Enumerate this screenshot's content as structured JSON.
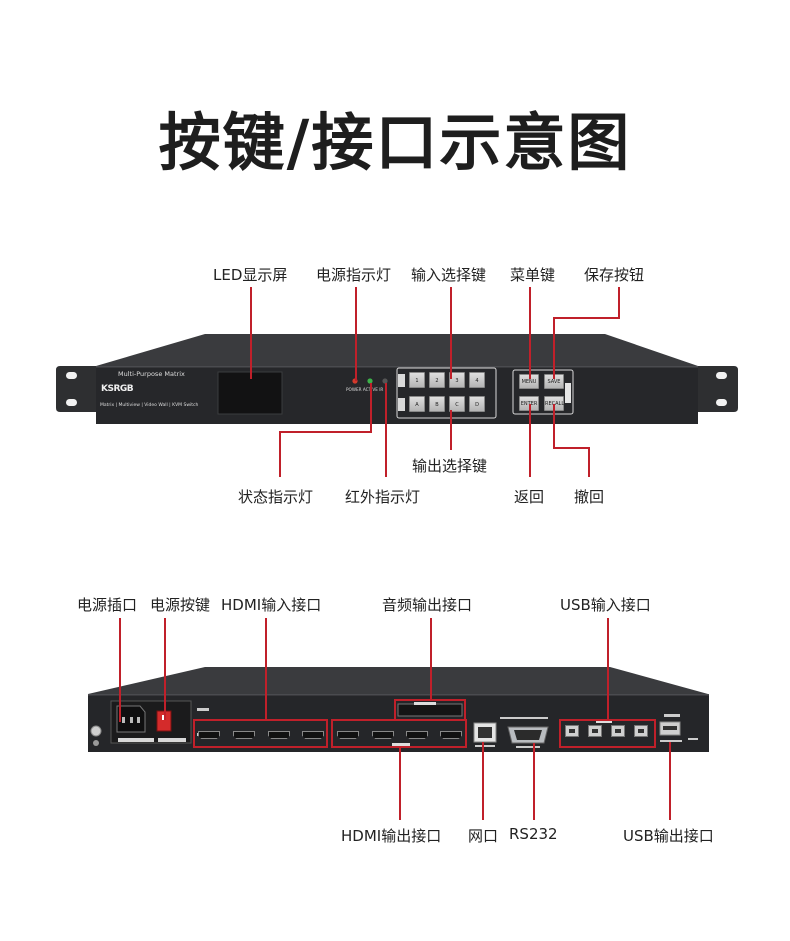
{
  "title": "按键/接口示意图",
  "front": {
    "brand_logo": "KSRGB",
    "model_text": "Multi-Purpose Matrix",
    "feature_text": "Matrix | Multiview | Video Wall | KVM Switch",
    "indicator_text": "POWER ACTIVE IR",
    "input_keys": [
      "1",
      "2",
      "3",
      "4"
    ],
    "output_keys": [
      "A",
      "B",
      "C",
      "D"
    ],
    "func_keys": [
      "MENU",
      "SAVE",
      "ENTER",
      "RECALL"
    ],
    "labels": {
      "led_screen": "LED显示屏",
      "power_led": "电源指示灯",
      "input_select": "输入选择键",
      "menu_key": "菜单键",
      "save_key": "保存按钮",
      "status_led": "状态指示灯",
      "ir_led": "红外指示灯",
      "output_select": "输出选择键",
      "back_key": "返回",
      "undo_key": "撤回"
    }
  },
  "rear": {
    "labels": {
      "power_socket": "电源插口",
      "power_switch": "电源按键",
      "hdmi_in": "HDMI输入接口",
      "audio_out": "音频输出接口",
      "usb_in": "USB输入接口",
      "hdmi_out": "HDMI输出接口",
      "lan": "网口",
      "rs232": "RS232",
      "usb_out": "USB输出接口"
    }
  },
  "colors": {
    "accent": "#c0202a",
    "chassis": "#2b2c2e",
    "key": "#c9c9c9"
  }
}
